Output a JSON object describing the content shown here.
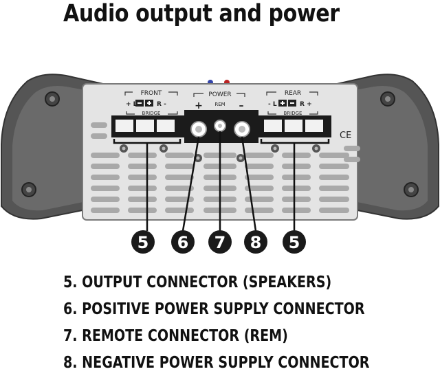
{
  "title": "Audio output and power",
  "panel": {
    "front": {
      "label": "FRONT",
      "polarity_left": "+ L",
      "polarity_right": "R -",
      "bridge": "BRIDGE"
    },
    "power": {
      "label": "POWER",
      "plus": "+",
      "rem": "REM",
      "minus": "–"
    },
    "rear": {
      "label": "REAR",
      "polarity_left": "- L",
      "polarity_right": "R +",
      "bridge": "BRIDGE"
    },
    "ce_mark": "CE"
  },
  "callouts": [
    "5",
    "6",
    "7",
    "8",
    "5"
  ],
  "legend": [
    "5. OUTPUT CONNECTOR (SPEAKERS)",
    "6. POSITIVE POWER SUPPLY CONNECTOR",
    "7. REMOTE CONNECTOR (REM)",
    "8. NEGATIVE POWER SUPPLY CONNECTOR"
  ]
}
